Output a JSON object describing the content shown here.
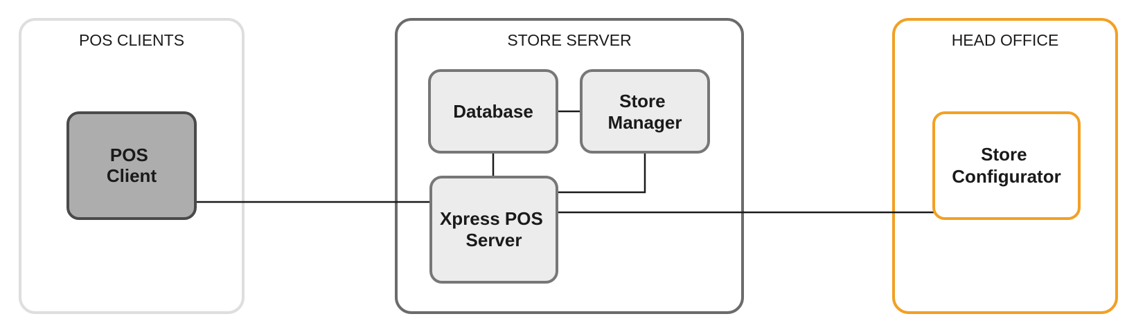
{
  "groups": {
    "pos_clients": {
      "title": "POS CLIENTS",
      "border_color": "#dedede"
    },
    "store_server": {
      "title": "STORE SERVER",
      "border_color": "#6b6b6b"
    },
    "head_office": {
      "title": "HEAD OFFICE",
      "border_color": "#f2a024"
    }
  },
  "nodes": {
    "pos_client": {
      "line1": "POS",
      "line2": "Client",
      "fill": "#adadad",
      "border": "#4a4a4a"
    },
    "database": {
      "label": "Database",
      "fill": "#ececec",
      "border": "#777777"
    },
    "store_manager": {
      "line1": "Store",
      "line2": "Manager",
      "fill": "#ececec",
      "border": "#777777"
    },
    "xpress_pos_server": {
      "line1": "Xpress POS",
      "line2": "Server",
      "fill": "#ececec",
      "border": "#777777"
    },
    "store_configurator": {
      "line1": "Store",
      "line2": "Configurator",
      "fill": "#ffffff",
      "border": "#f2a024"
    }
  },
  "connections": [
    {
      "from": "POS Client",
      "to": "Xpress POS Server"
    },
    {
      "from": "Database",
      "to": "Store Manager"
    },
    {
      "from": "Database",
      "to": "Xpress POS Server"
    },
    {
      "from": "Store Manager",
      "to": "Xpress POS Server"
    },
    {
      "from": "Xpress POS Server",
      "to": "Store Configurator"
    }
  ]
}
